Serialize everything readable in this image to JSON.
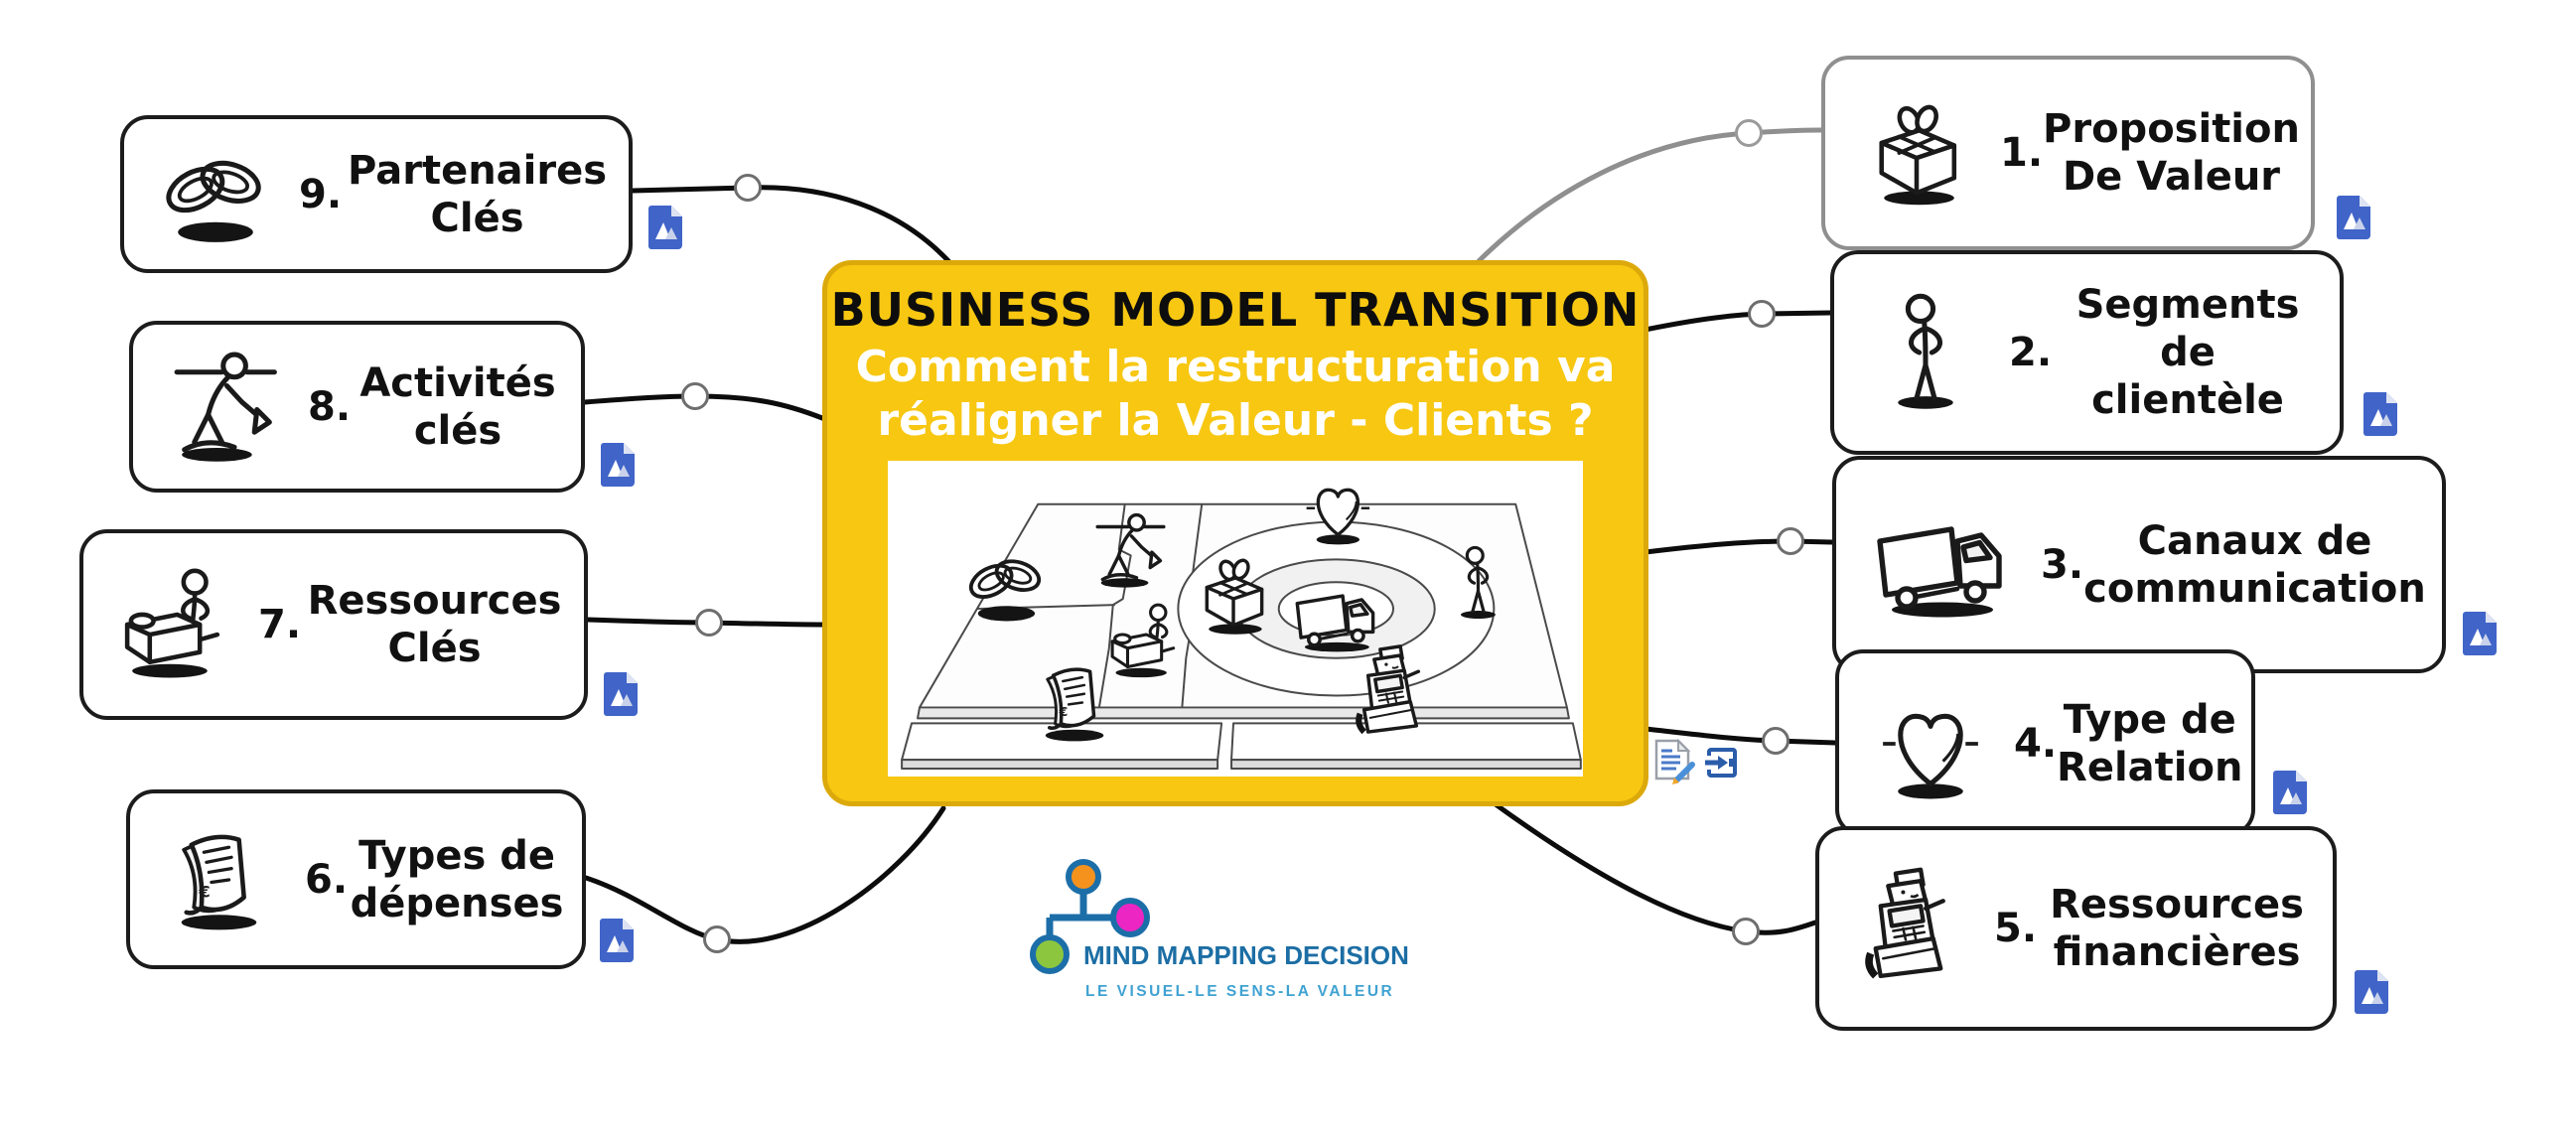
{
  "central": {
    "title": "BUSINESS MODEL TRANSITION",
    "subtitle_line1": "Comment la restructuration va",
    "subtitle_line2": "réaligner la Valeur - Clients ?"
  },
  "branches": {
    "b1": {
      "number": "1.",
      "line1": "Proposition",
      "line2": "De Valeur"
    },
    "b2": {
      "number": "2.",
      "line1": "Segments de",
      "line2": "clientèle"
    },
    "b3": {
      "number": "3.",
      "line1": "Canaux de",
      "line2": "communication"
    },
    "b4": {
      "number": "4.",
      "line1": "Type de",
      "line2": "Relation"
    },
    "b5": {
      "number": "5.",
      "line1": "Ressources",
      "line2": "financières"
    },
    "b6": {
      "number": "6.",
      "line1": "Types de",
      "line2": "dépenses"
    },
    "b7": {
      "number": "7.",
      "line1": "Ressources",
      "line2": "Clés"
    },
    "b8": {
      "number": "8.",
      "line1": "Activités",
      "line2": "clés"
    },
    "b9": {
      "number": "9.",
      "line1": "Partenaires",
      "line2": "Clés"
    }
  },
  "logo": {
    "name": "MIND MAPPING DECISION",
    "tagline": "LE VISUEL-LE SENS-LA VALEUR"
  },
  "icons": {
    "branch_1": "gift-box-icon",
    "branch_2": "standing-person-icon",
    "branch_3": "delivery-truck-icon",
    "branch_4": "heart-icon",
    "branch_5": "cash-register-icon",
    "branch_6": "receipts-icon",
    "branch_7": "person-with-goods-icon",
    "branch_8": "digging-person-icon",
    "branch_9": "interlocked-rings-icon",
    "attachment": "document-attachment-icon",
    "notes": "notes-pencil-icon",
    "hyperlink": "jump-link-icon",
    "collapse": "branch-collapse-circle"
  },
  "colors": {
    "central_fill": "#F7C712",
    "central_border": "#DCA90B",
    "attachment_blue": "#4064C8",
    "line_black": "#0c0c0c",
    "line_gray": "#8F8F8F",
    "logo_blue": "#1C6EA4",
    "logo_light_blue": "#3FA2D2",
    "logo_orange": "#F5921E",
    "logo_magenta": "#EB26C2",
    "logo_green": "#8CC63F"
  }
}
